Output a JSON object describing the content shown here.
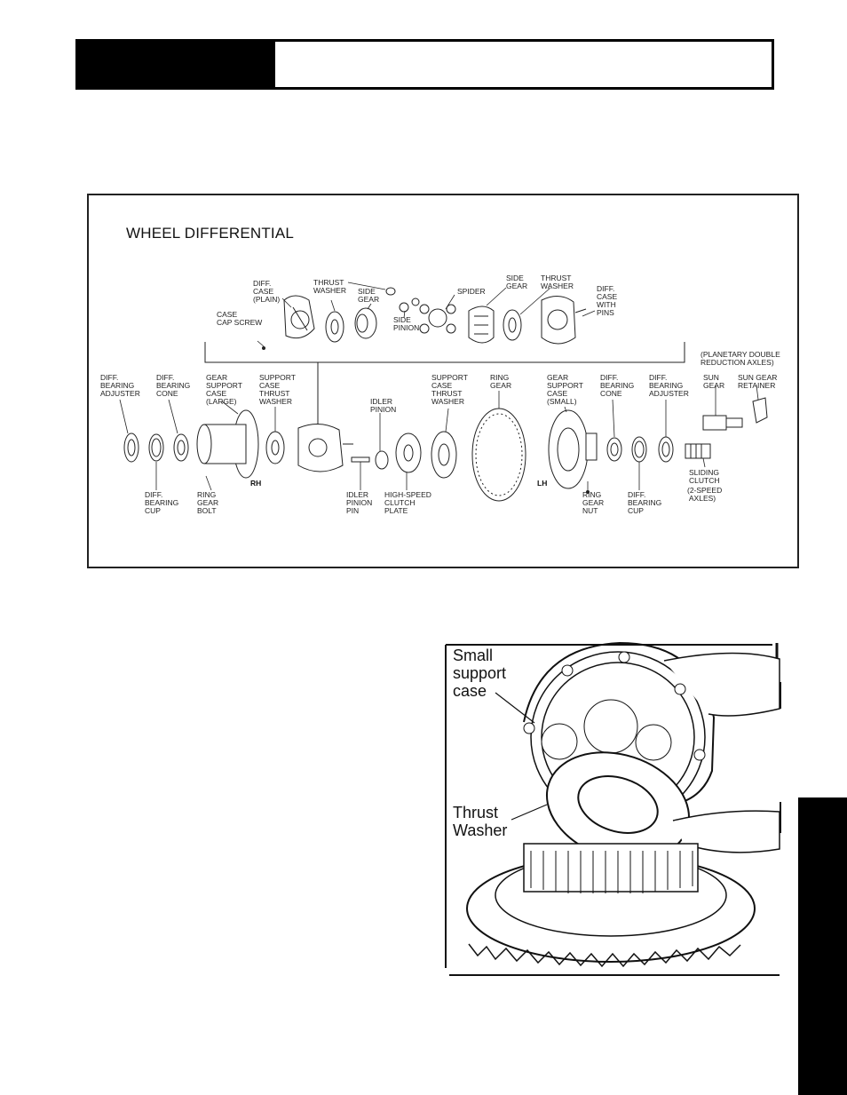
{
  "header": {
    "title": ""
  },
  "diagram": {
    "title": "WHEEL DIFFERENTIAL",
    "labels": {
      "diff_case_plain": [
        "DIFF.",
        "CASE",
        "(PLAIN)"
      ],
      "thrust_washer_top": [
        "THRUST",
        "WASHER"
      ],
      "side_gear_top": [
        "SIDE",
        "GEAR"
      ],
      "case_cap_screw": [
        "CASE",
        "CAP SCREW"
      ],
      "side_pinion": [
        "SIDE",
        "PINION"
      ],
      "spider": [
        "SPIDER"
      ],
      "side_gear_right": [
        "SIDE",
        "GEAR"
      ],
      "thrust_washer_right": [
        "THRUST",
        "WASHER"
      ],
      "diff_case_pins": [
        "DIFF.",
        "CASE",
        "WITH",
        "PINS"
      ],
      "planetary_note": [
        "(PLANETARY DOUBLE",
        "REDUCTION AXLES)"
      ],
      "diff_bearing_adjuster_left": [
        "DIFF.",
        "BEARING",
        "ADJUSTER"
      ],
      "diff_bearing_cone_left": [
        "DIFF.",
        "BEARING",
        "CONE"
      ],
      "gear_support_case_large": [
        "GEAR",
        "SUPPORT",
        "CASE",
        "(LARGE)"
      ],
      "support_case_thrust_washer_left": [
        "SUPPORT",
        "CASE",
        "THRUST",
        "WASHER"
      ],
      "idler_pinion": [
        "IDLER",
        "PINION"
      ],
      "support_case_thrust_washer_right": [
        "SUPPORT",
        "CASE",
        "THRUST",
        "WASHER"
      ],
      "ring_gear": [
        "RING",
        "GEAR"
      ],
      "gear_support_case_small": [
        "GEAR",
        "SUPPORT",
        "CASE",
        "(SMALL)"
      ],
      "diff_bearing_cone_right": [
        "DIFF.",
        "BEARING",
        "CONE"
      ],
      "diff_bearing_adjuster_right": [
        "DIFF.",
        "BEARING",
        "ADJUSTER"
      ],
      "sun_gear": [
        "SUN",
        "GEAR"
      ],
      "sun_gear_retainer": [
        "SUN GEAR",
        "RETAINER"
      ],
      "rh": [
        "RH"
      ],
      "lh": [
        "LH"
      ],
      "diff_bearing_cup_left": [
        "DIFF.",
        "BEARING",
        "CUP"
      ],
      "ring_gear_bolt": [
        "RING",
        "GEAR",
        "BOLT"
      ],
      "idler_pinion_pin": [
        "IDLER",
        "PINION",
        "PIN"
      ],
      "high_speed_clutch_plate": [
        "HIGH-SPEED",
        "CLUTCH",
        "PLATE"
      ],
      "ring_gear_nut": [
        "RING",
        "GEAR",
        "NUT"
      ],
      "diff_bearing_cup_right": [
        "DIFF.",
        "BEARING",
        "CUP"
      ],
      "sliding_clutch": [
        "SLIDING",
        "CLUTCH"
      ],
      "two_speed_note": [
        "(2-SPEED",
        " AXLES)"
      ]
    }
  },
  "photo": {
    "small_support_case": [
      "Small",
      "support",
      "case"
    ],
    "thrust_washer": [
      "Thrust",
      "Washer"
    ]
  },
  "colors": {
    "ink": "#111111",
    "background": "#ffffff",
    "tab": "#000000"
  }
}
